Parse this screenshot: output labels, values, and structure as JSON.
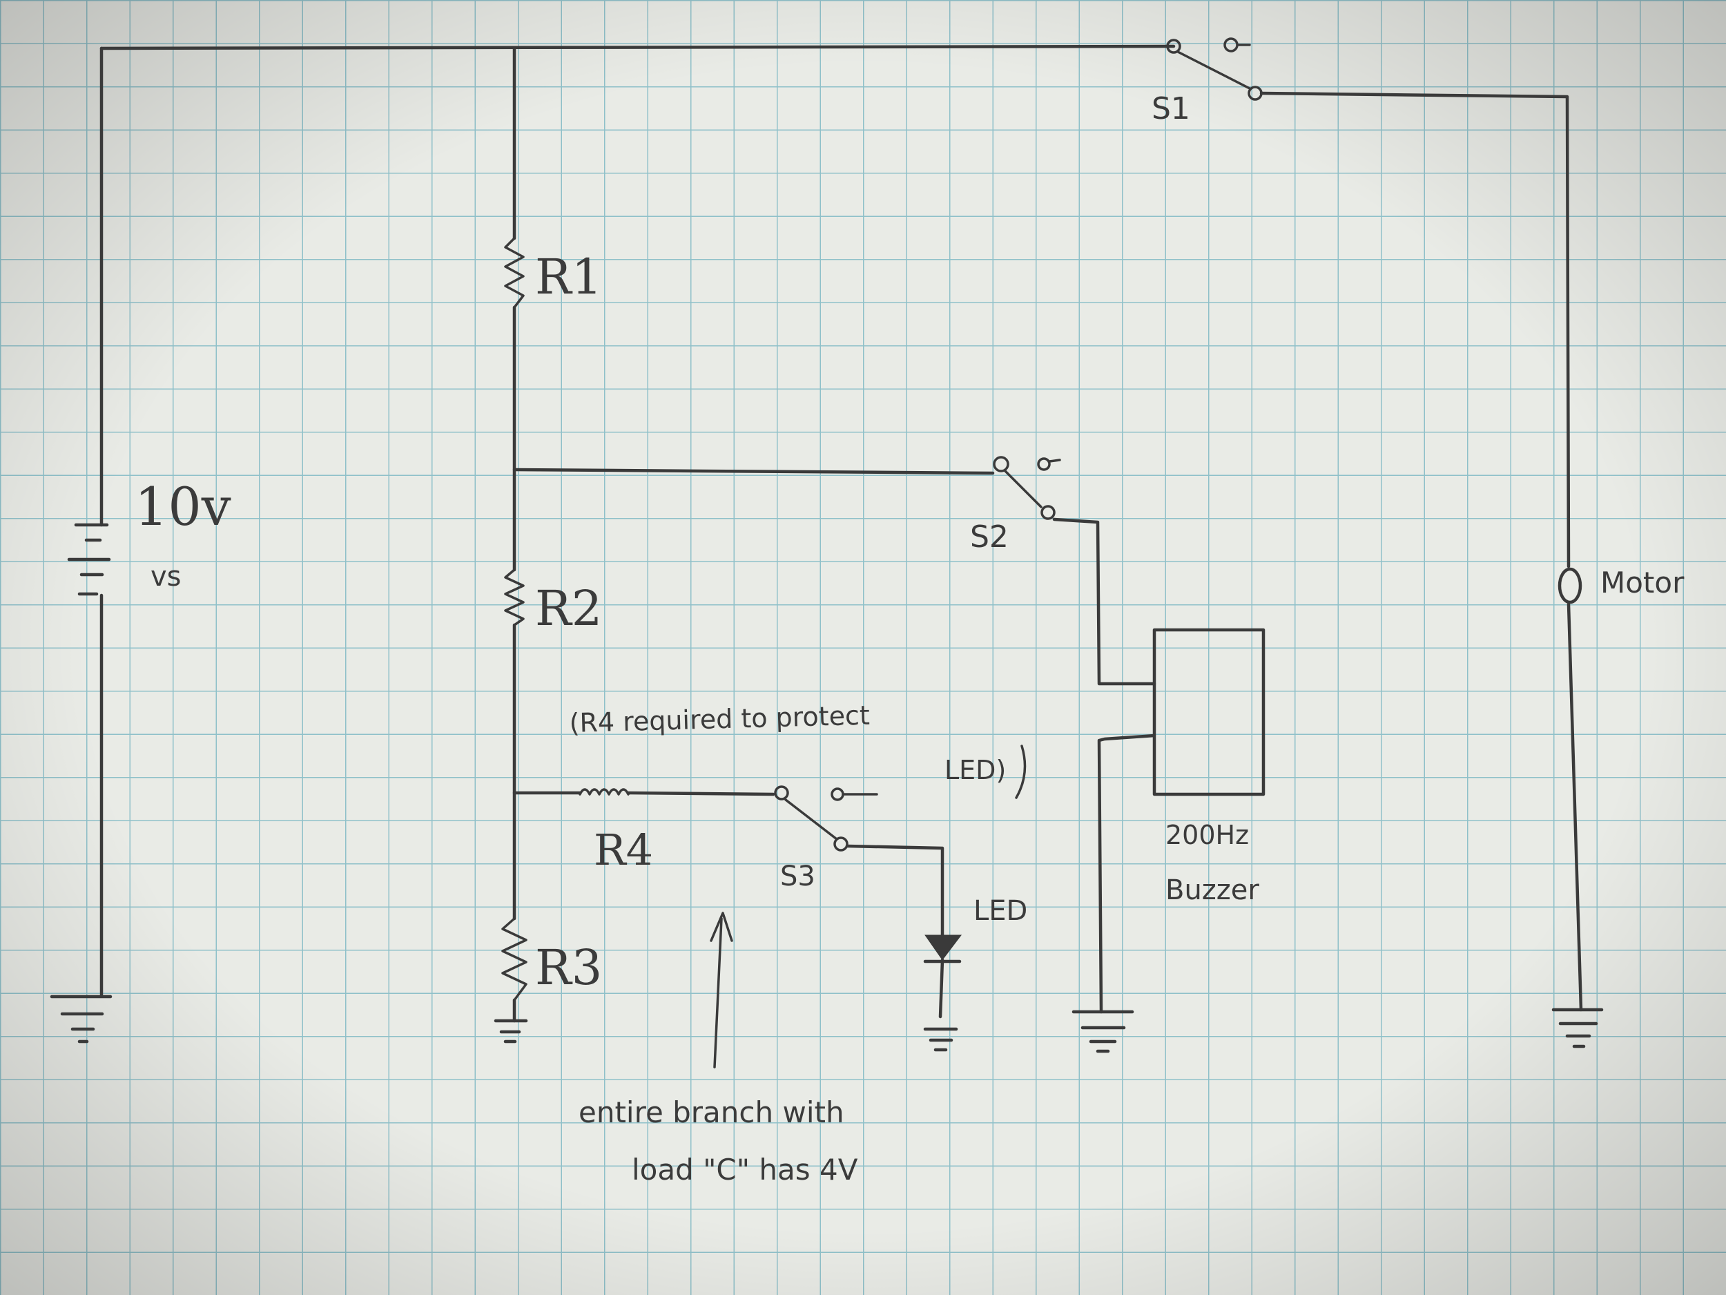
{
  "source": {
    "voltage": "10v",
    "name": "vs"
  },
  "switches": {
    "s1": "S1",
    "s2": "S2",
    "s3": "S3"
  },
  "resistors": {
    "r1": "R1",
    "r2": "R2",
    "r3": "R3",
    "r4": "R4"
  },
  "components": {
    "led": "LED",
    "motor": "Motor",
    "buzzer_freq": "200Hz",
    "buzzer": "Buzzer"
  },
  "notes": {
    "r4_line1": "(R4 required to protect",
    "r4_line2": "LED)",
    "branch_line1": "entire branch with",
    "branch_line2": "load \"C\" has 4V"
  },
  "colors": {
    "paper": "#e9ebe6",
    "grid": "#8fc0c9",
    "pencil": "#3a3a3a"
  }
}
